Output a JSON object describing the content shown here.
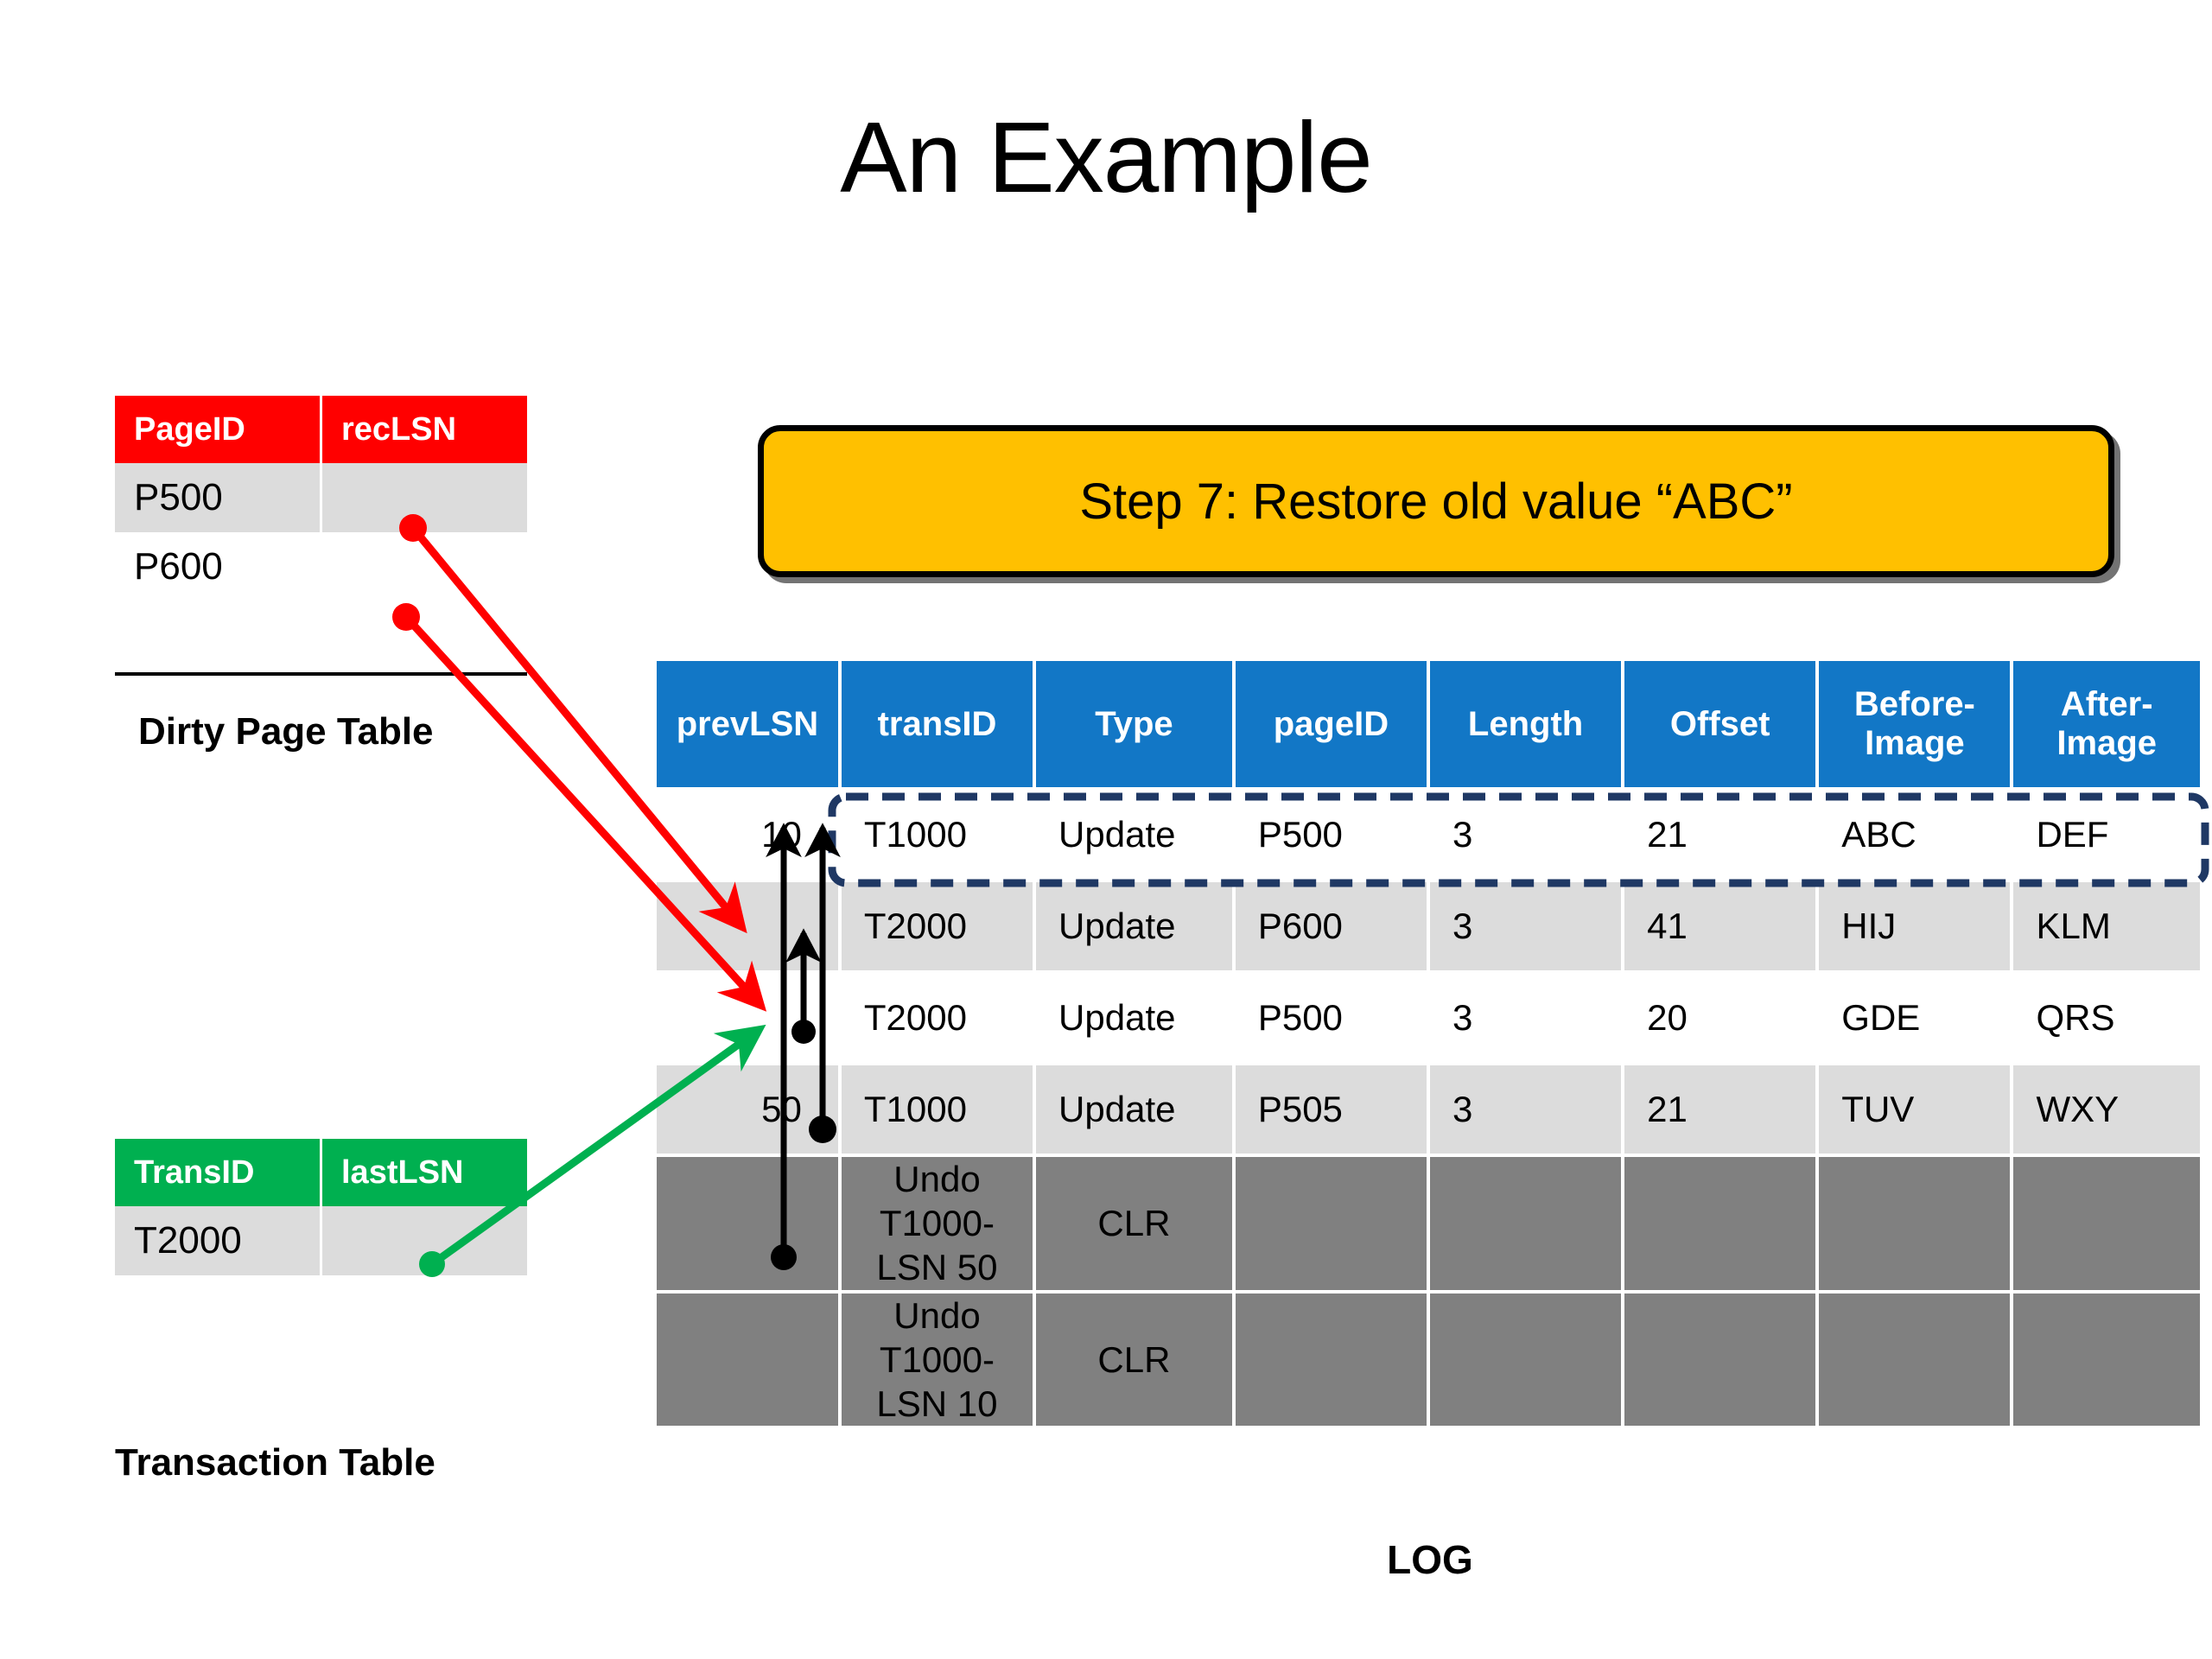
{
  "slide": {
    "title": "An Example",
    "log_caption": "LOG"
  },
  "step_banner": {
    "text": "Step 7: Restore old value “ABC”",
    "fill_color": "#FFC000",
    "border_color": "#000000"
  },
  "dirty_page_table": {
    "caption": "Dirty Page Table",
    "header_color": "#FF0000",
    "columns": [
      "PageID",
      "recLSN"
    ],
    "rows": [
      {
        "pageid": "P500",
        "reclsn": "",
        "fill": "grey"
      },
      {
        "pageid": "P600",
        "reclsn": "",
        "fill": "white"
      }
    ]
  },
  "transaction_table": {
    "caption": "Transaction Table",
    "header_color": "#00B050",
    "columns": [
      "TransID",
      "lastLSN"
    ],
    "rows": [
      {
        "transid": "T2000",
        "lastlsn": "",
        "fill": "grey"
      }
    ]
  },
  "log_table": {
    "header_color": "#1277C6",
    "columns": [
      "prevLSN",
      "transID",
      "Type",
      "pageID",
      "Length",
      "Offset",
      "Before-Image",
      "After-Image"
    ],
    "rows": [
      {
        "prevLSN": "10",
        "transID": "T1000",
        "type": "Update",
        "pageID": "P500",
        "length": "3",
        "offset": "21",
        "before": "ABC",
        "after": "DEF",
        "fill": "white",
        "highlighted": "true"
      },
      {
        "prevLSN": "",
        "transID": "T2000",
        "type": "Update",
        "pageID": "P600",
        "length": "3",
        "offset": "41",
        "before": "HIJ",
        "after": "KLM",
        "fill": "grey",
        "highlighted": "false"
      },
      {
        "prevLSN": "",
        "transID": "T2000",
        "type": "Update",
        "pageID": "P500",
        "length": "3",
        "offset": "20",
        "before": "GDE",
        "after": "QRS",
        "fill": "white",
        "highlighted": "false"
      },
      {
        "prevLSN": "50",
        "transID": "T1000",
        "type": "Update",
        "pageID": "P505",
        "length": "3",
        "offset": "21",
        "before": "TUV",
        "after": "WXY",
        "fill": "grey",
        "highlighted": "false"
      },
      {
        "prevLSN": "",
        "transID": "Undo T1000- LSN 50",
        "type": "CLR",
        "pageID": "",
        "length": "",
        "offset": "",
        "before": "",
        "after": "",
        "fill": "dark",
        "highlighted": "false"
      },
      {
        "prevLSN": "",
        "transID": "Undo T1000- LSN 10",
        "type": "CLR",
        "pageID": "",
        "length": "",
        "offset": "",
        "before": "",
        "after": "",
        "fill": "dark",
        "highlighted": "false"
      }
    ]
  },
  "annotations": {
    "highlight_box_color": "#1F3864",
    "red_pointer_color": "#FF0000",
    "green_pointer_color": "#00B050",
    "black_pointer_color": "#000000"
  }
}
